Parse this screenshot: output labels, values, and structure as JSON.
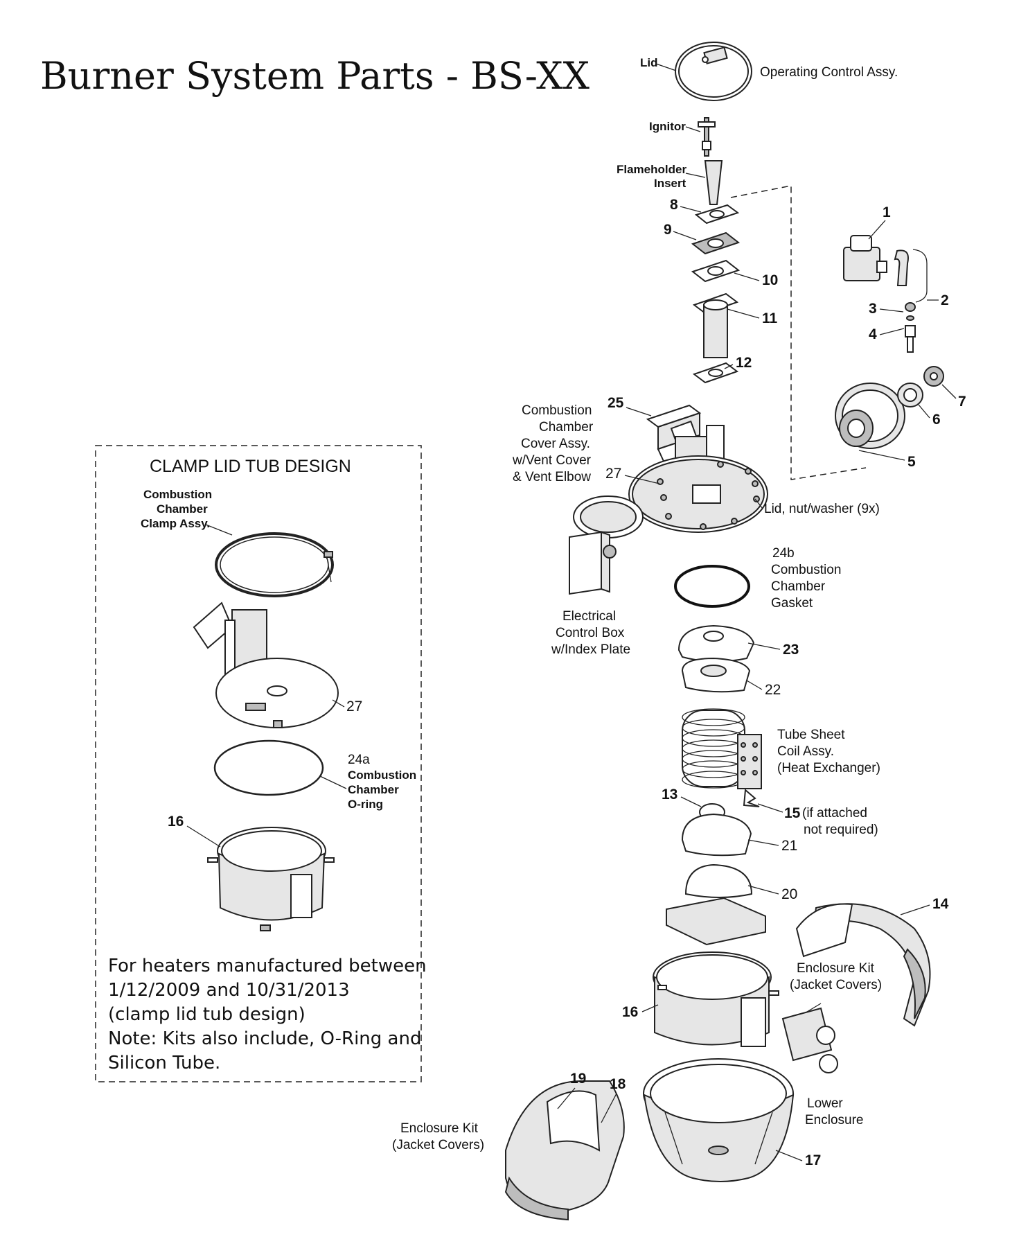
{
  "title": "Burner System Parts - BS-XX",
  "top_labels": {
    "lid": "Lid",
    "operating_control": "Operating Control Assy.",
    "ignitor": "Ignitor",
    "flameholder_1": "Flameholder",
    "flameholder_2": "Insert"
  },
  "numbers": {
    "n1": "1",
    "n2": "2",
    "n3": "3",
    "n4": "4",
    "n5": "5",
    "n6": "6",
    "n7": "7",
    "n8": "8",
    "n9": "9",
    "n10": "10",
    "n11": "11",
    "n12": "12",
    "n13": "13",
    "n14": "14",
    "n15": "15",
    "n16": "16",
    "n17": "17",
    "n18": "18",
    "n19": "19",
    "n20": "20",
    "n21": "21",
    "n22": "22",
    "n23": "23",
    "n25": "25",
    "n27": "27",
    "clamp_27": "27",
    "clamp_16": "16"
  },
  "labels": {
    "combustion_cover_lines": [
      "Combustion",
      "Chamber",
      "Cover Assy.",
      "w/Vent Cover",
      "& Vent Elbow"
    ],
    "lid_nut": "Lid, nut/washer (9x)",
    "gasket_lines": [
      "24b",
      "Combustion",
      "Chamber",
      "Gasket"
    ],
    "electrical_lines": [
      "Electrical",
      "Control Box",
      "w/Index Plate"
    ],
    "tube_sheet_lines": [
      "Tube Sheet",
      "Coil Assy.",
      "(Heat Exchanger)"
    ],
    "if_attached_1": "(if attached",
    "if_attached_2": "not required)",
    "enclosure_right_lines": [
      "Enclosure Kit",
      "(Jacket Covers)"
    ],
    "enclosure_left_lines": [
      "Enclosure Kit",
      "(Jacket Covers)"
    ],
    "lower_enclosure_lines": [
      "Lower",
      "Enclosure"
    ]
  },
  "clamp_box": {
    "title": "CLAMP LID TUB DESIGN",
    "clamp_assy_lines": [
      "Combustion",
      "Chamber",
      "Clamp Assy."
    ],
    "oring_num": "24a",
    "oring_lines": [
      "Combustion",
      "Chamber",
      "O-ring"
    ],
    "note_lines": [
      "For heaters manufactured between",
      "1/12/2009 and 10/31/2013",
      "(clamp lid tub design)",
      "Note: Kits also include, O-Ring and",
      "Silicon Tube."
    ]
  }
}
